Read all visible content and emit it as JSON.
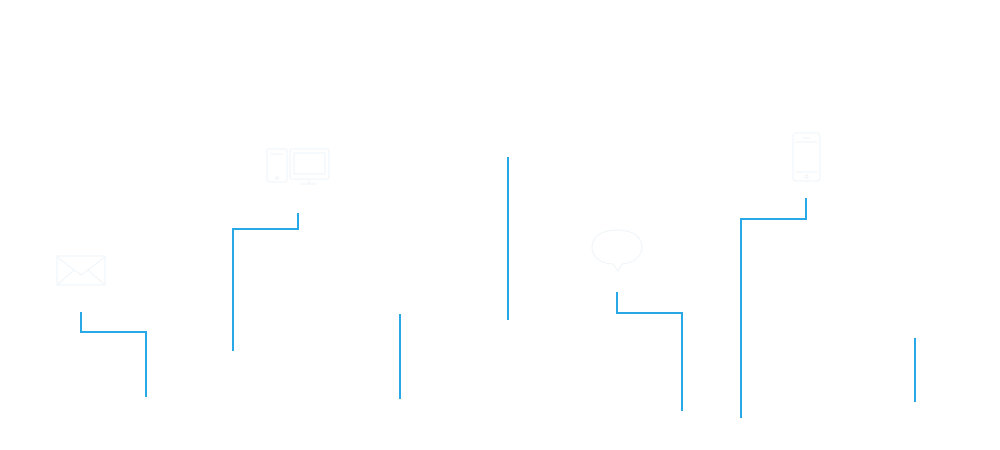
{
  "colors": {
    "background": "#ffffff",
    "connector_line": "#29a8e8",
    "icon_outline": "#eef4f8"
  },
  "icons": [
    {
      "name": "envelope-icon"
    },
    {
      "name": "tablet-and-monitor-icon"
    },
    {
      "name": "chat-bubble-icon"
    },
    {
      "name": "smartphone-icon"
    }
  ],
  "connectors": [
    {
      "name": "connector-envelope",
      "shape": "elbow"
    },
    {
      "name": "connector-devices",
      "shape": "elbow"
    },
    {
      "name": "connector-vertical-a",
      "shape": "straight"
    },
    {
      "name": "connector-vertical-center",
      "shape": "straight"
    },
    {
      "name": "connector-chat",
      "shape": "elbow"
    },
    {
      "name": "connector-smartphone",
      "shape": "elbow"
    },
    {
      "name": "connector-vertical-right",
      "shape": "straight"
    }
  ]
}
